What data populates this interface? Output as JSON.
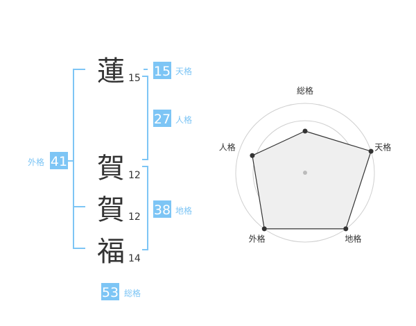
{
  "name": {
    "characters": [
      {
        "char": "蓮",
        "strokes": "15"
      },
      {
        "char": "賀",
        "strokes": "12"
      },
      {
        "char": "賀",
        "strokes": "12"
      },
      {
        "char": "福",
        "strokes": "14"
      }
    ]
  },
  "fortune": {
    "tenkaku": {
      "value": "15",
      "label": "天格"
    },
    "jinkaku": {
      "value": "27",
      "label": "人格"
    },
    "chikaku": {
      "value": "38",
      "label": "地格"
    },
    "gaikaku": {
      "value": "41",
      "label": "外格"
    },
    "soukaku": {
      "value": "53",
      "label": "総格"
    }
  },
  "colors": {
    "accent": "#7dc5f5",
    "text": "#333333",
    "ring": "#cfcfcf",
    "fill": "#efefef"
  },
  "chart_data": {
    "type": "radar",
    "axes": [
      "総格",
      "天格",
      "地格",
      "外格",
      "人格"
    ],
    "values": [
      0.6,
      1.0,
      1.0,
      1.0,
      0.8
    ],
    "range": [
      0,
      1
    ],
    "rings": 4,
    "grid": true
  }
}
